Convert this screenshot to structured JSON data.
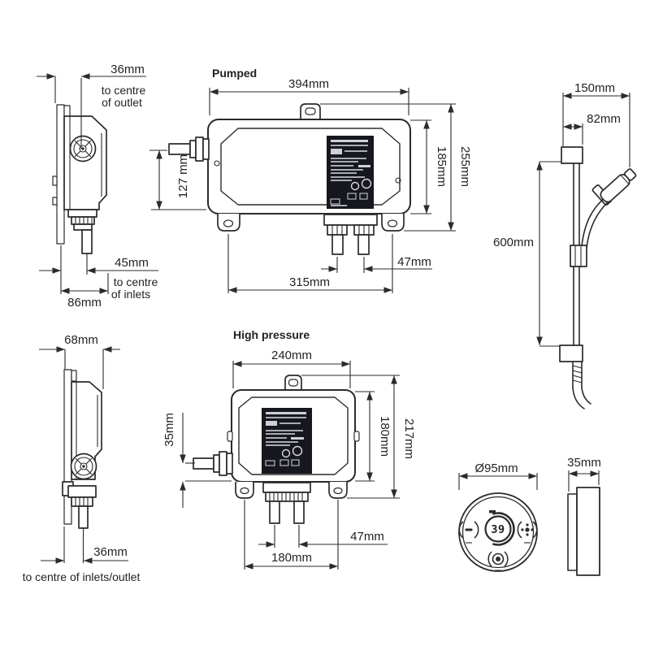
{
  "page": {
    "background": "#ffffff",
    "line_color": "#2b2b2f",
    "label_bg": "#17171e"
  },
  "views": {
    "pumped_side": {
      "outlet_offset": "36mm",
      "outlet_note_1": "to centre",
      "outlet_note_2": "of outlet",
      "inlet_offset": "45mm",
      "inlet_note_1": "to centre",
      "inlet_note_2": "of inlets",
      "depth": "86mm"
    },
    "pumped_front": {
      "title": "Pumped",
      "width": "394mm",
      "outlet_height": "127 mm",
      "body_height": "185mm",
      "overall_height": "255mm",
      "pipe_spacing": "47mm",
      "fixing_span": "315mm"
    },
    "rail": {
      "bracket_width": "150mm",
      "bracket_offset": "82mm",
      "length": "600mm"
    },
    "hp_side": {
      "depth": "68mm",
      "inlet_offset": "36mm",
      "note": "to centre of inlets/outlet"
    },
    "hp_front": {
      "title": "High pressure",
      "width": "240mm",
      "outlet_height": "35mm",
      "body_height": "180mm",
      "overall_height": "217mm",
      "pipe_spacing": "47mm",
      "fixing_span": "180mm"
    },
    "controller": {
      "diameter": "Ø95mm",
      "depth": "35mm",
      "display": "39"
    }
  }
}
